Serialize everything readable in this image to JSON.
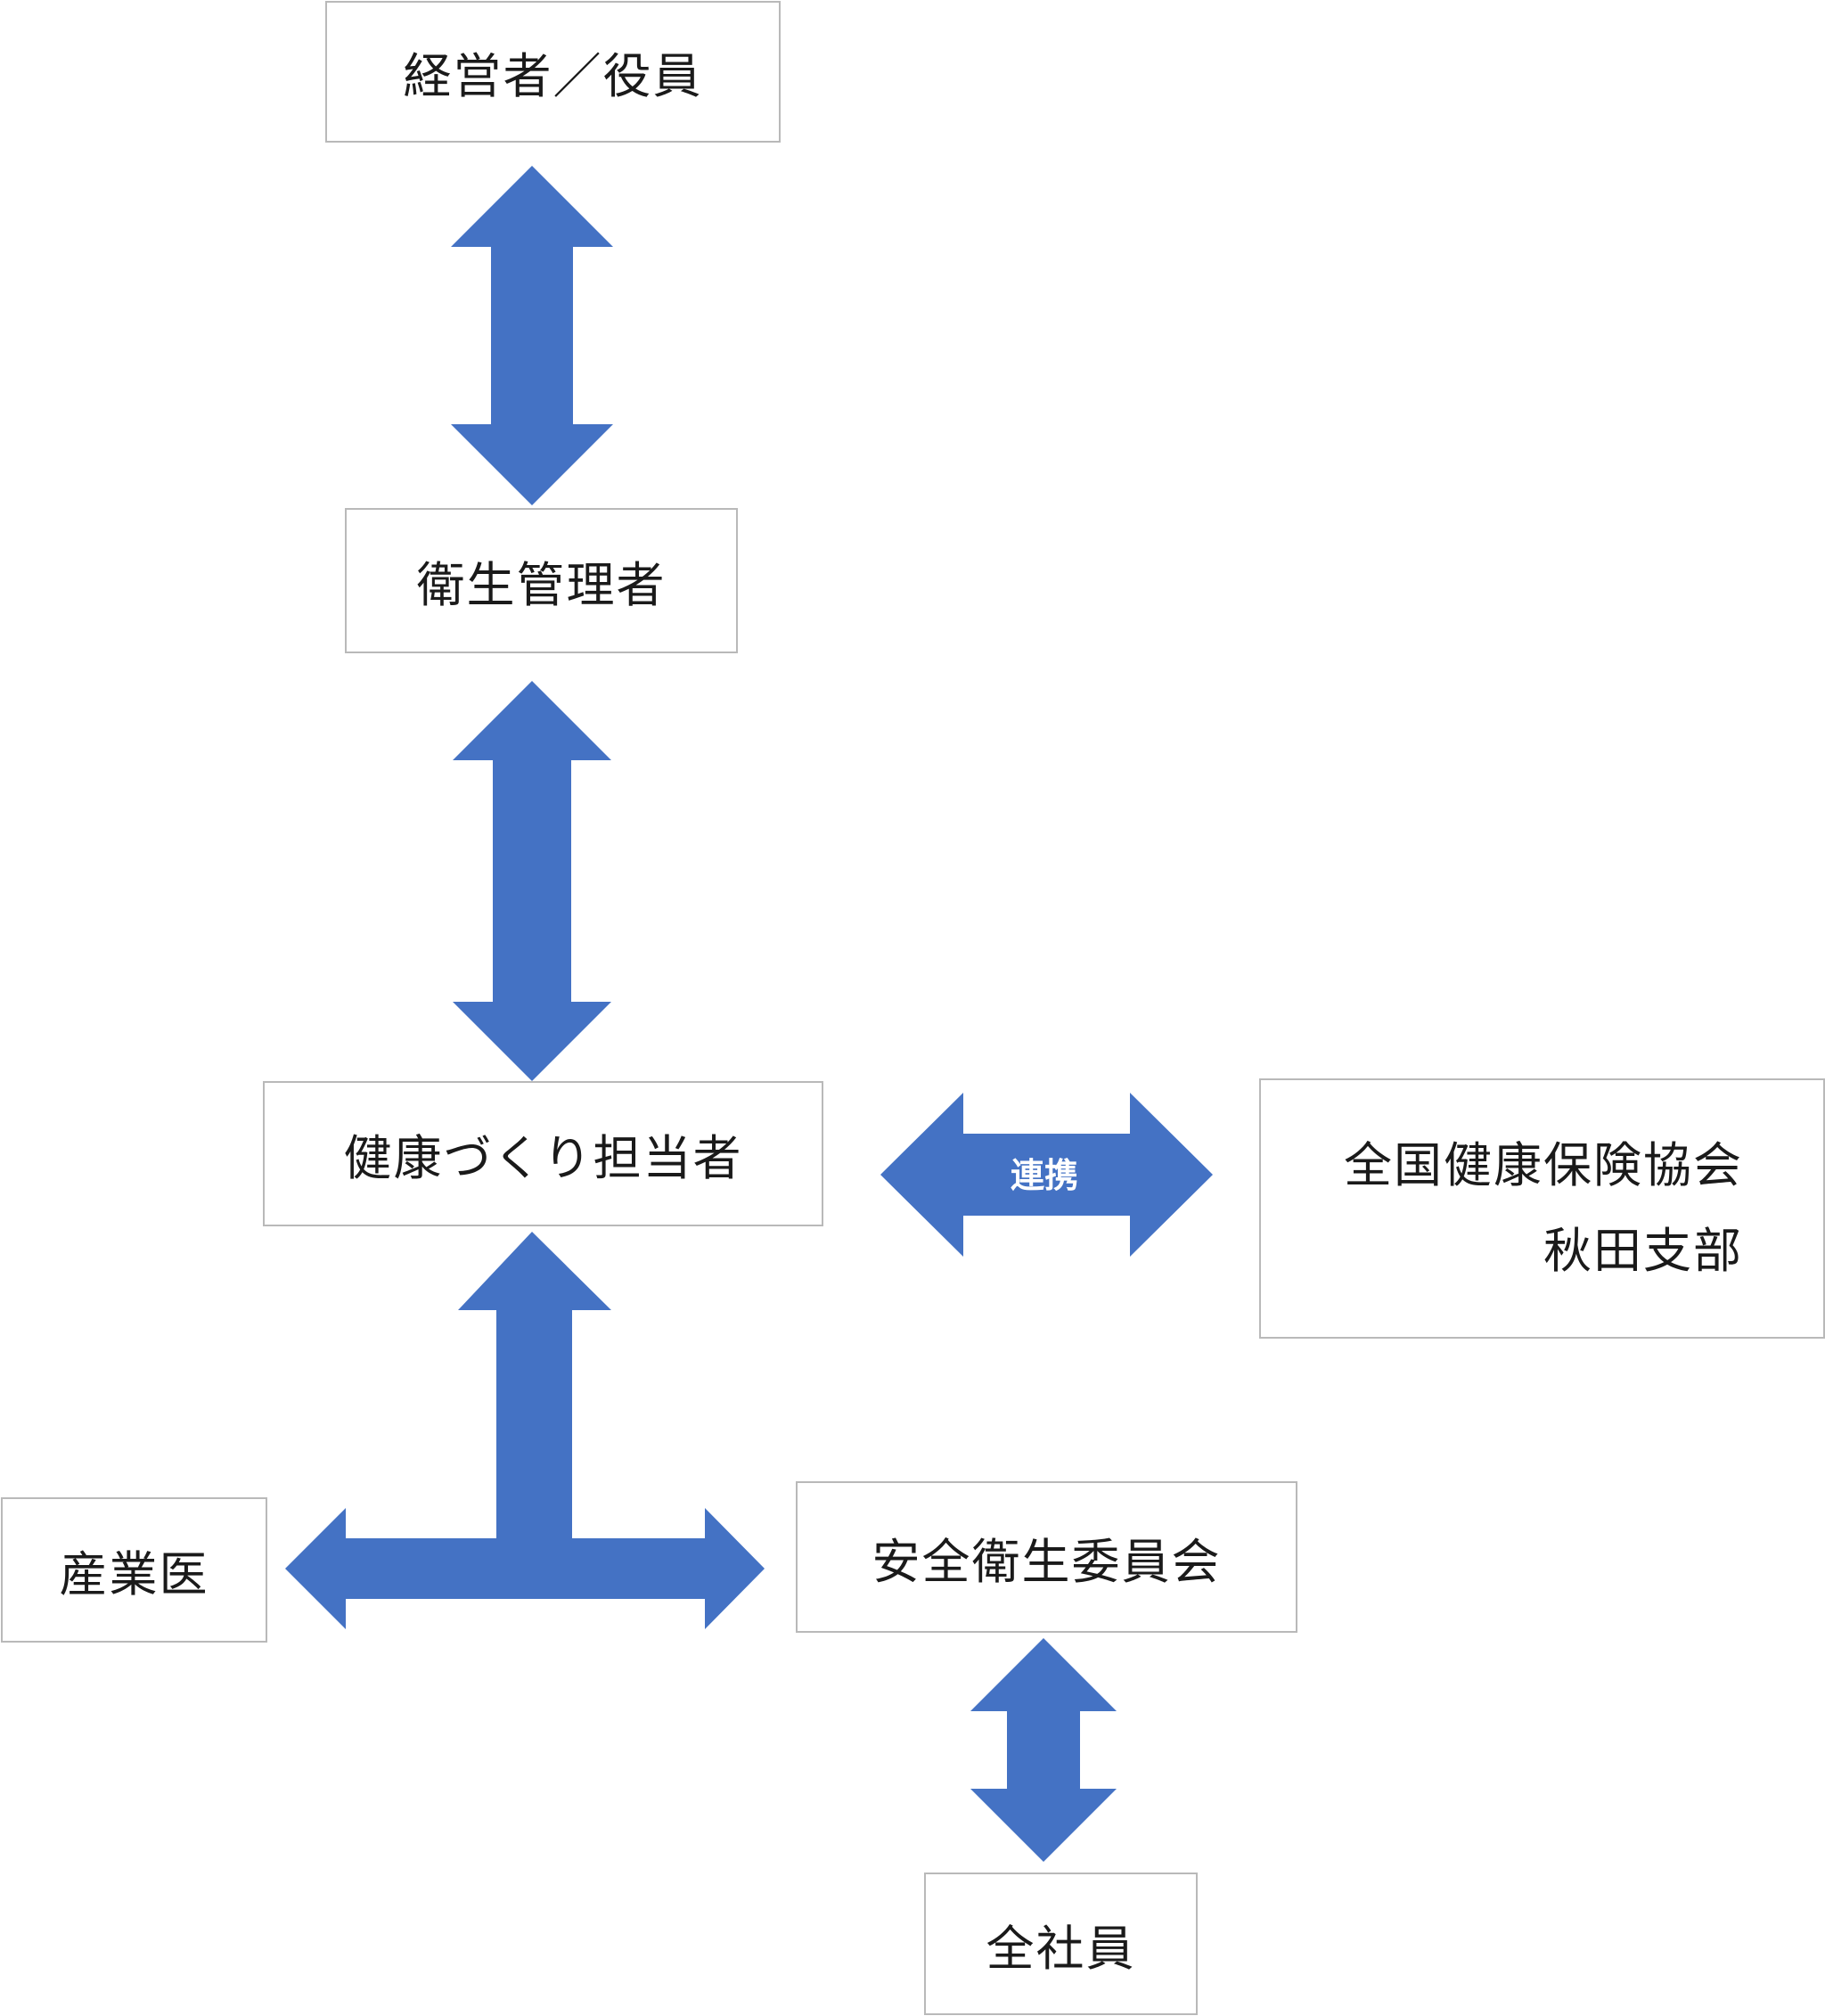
{
  "nodes": {
    "executives": "経営者／役員",
    "health_manager": "衛生管理者",
    "health_promotion_officer": "健康づくり担当者",
    "kyokai_line1": "全国健康保険協会",
    "kyokai_line2": "秋田支部",
    "industrial_physician": "産業医",
    "safety_health_committee": "安全衛生委員会",
    "all_employees": "全社員"
  },
  "edges": {
    "collaboration_label": "連携"
  },
  "colors": {
    "arrow": "#4472c4",
    "box_border": "#b9b9b9"
  }
}
